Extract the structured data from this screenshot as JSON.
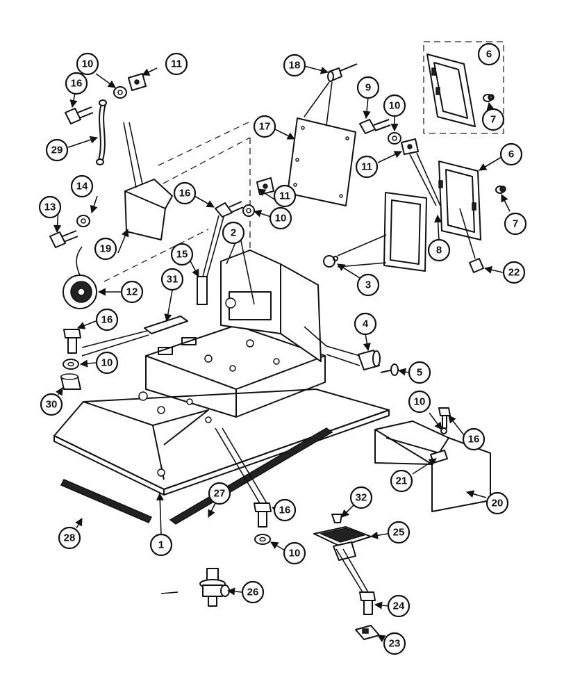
{
  "callouts": {
    "c1": "1",
    "c2": "2",
    "c3": "3",
    "c4": "4",
    "c5": "5",
    "c6a": "6",
    "c6b": "6",
    "c7a": "7",
    "c7b": "7",
    "c8": "8",
    "c9": "9",
    "c10a": "10",
    "c10b": "10",
    "c10c": "10",
    "c10d": "10",
    "c10e": "10",
    "c10f": "10",
    "c11a": "11",
    "c11b": "11",
    "c11c": "11",
    "c12": "12",
    "c13": "13",
    "c14": "14",
    "c15": "15",
    "c16a": "16",
    "c16b": "16",
    "c16c": "16",
    "c16d": "16",
    "c16e": "16",
    "c17": "17",
    "c18": "18",
    "c19": "19",
    "c20": "20",
    "c21": "21",
    "c22": "22",
    "c23": "23",
    "c24": "24",
    "c25": "25",
    "c26": "26",
    "c27": "27",
    "c28": "28",
    "c29": "29",
    "c30": "30",
    "c31": "31",
    "c32": "32"
  }
}
